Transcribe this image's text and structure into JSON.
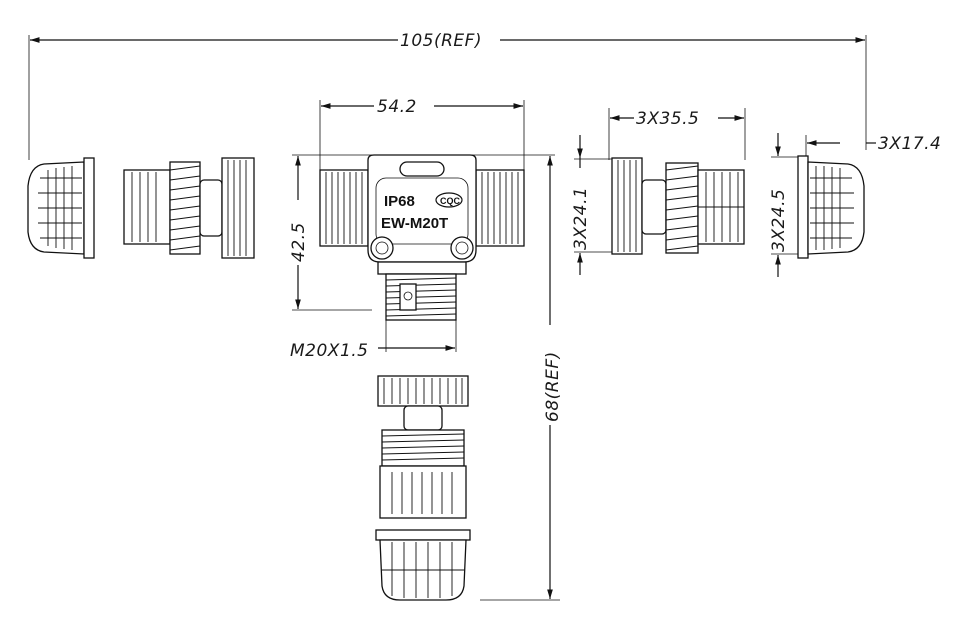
{
  "dimensions": {
    "overall_length": "105(REF)",
    "body_width": "54.2",
    "body_height": "42.5",
    "thread": "M20X1.5",
    "overall_height": "68(REF)",
    "connector_length": "3X35.5",
    "connector_diameter": "3X24.1",
    "nut_diameter": "3X24.5",
    "cap_length": "3X17.4"
  },
  "body_markings": {
    "rating": "IP68",
    "model": "EW-M20T",
    "cert": "CQC"
  }
}
